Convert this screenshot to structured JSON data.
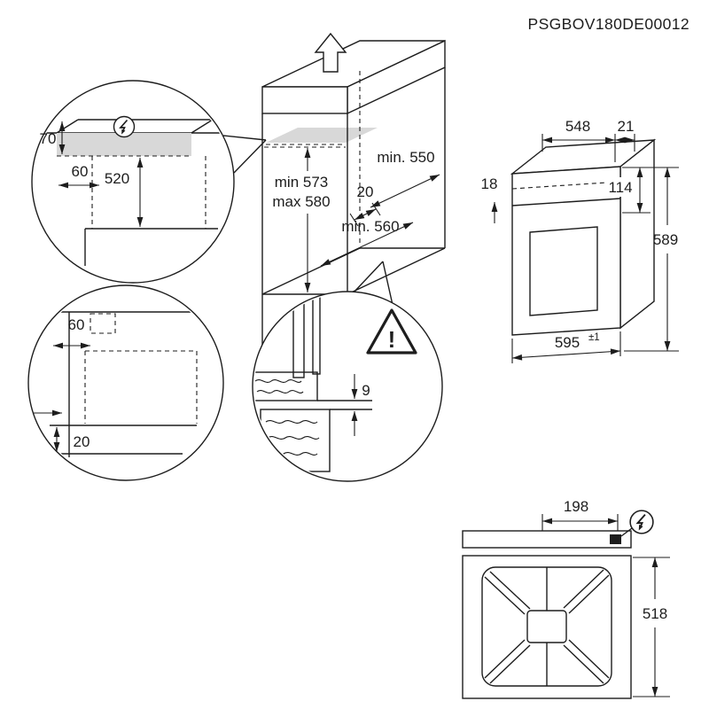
{
  "document_code": "PSGBOV180DE00012",
  "colors": {
    "line": "#1d1d1d",
    "shade": "#d8d8d8",
    "background": "#ffffff"
  },
  "icons": {
    "arrow_up": "up-direction-arrow",
    "power": "lightning-bolt-in-circle",
    "warning": "warning-triangle"
  },
  "cabinet_view": {
    "niche_depth": "min. 550",
    "rear_gap": "20",
    "niche_height_min": "min 573",
    "niche_height_max": "max 580",
    "base_depth": "min. 560"
  },
  "detail_top_left": {
    "recess_height": "70",
    "recess_depth": "60",
    "niche_height": "520"
  },
  "detail_bottom_left": {
    "recess_width": "60",
    "front_clearance": "20"
  },
  "detail_gap": {
    "gap_height": "9",
    "warning_mark": "!"
  },
  "oven_view": {
    "depth": "548",
    "door_protrusion": "21",
    "top_clearance": "18",
    "panel_height": "114",
    "height": "589",
    "width": "595",
    "width_tolerance": "±1"
  },
  "rear_view": {
    "cable_position": "198",
    "rear_height": "518"
  }
}
